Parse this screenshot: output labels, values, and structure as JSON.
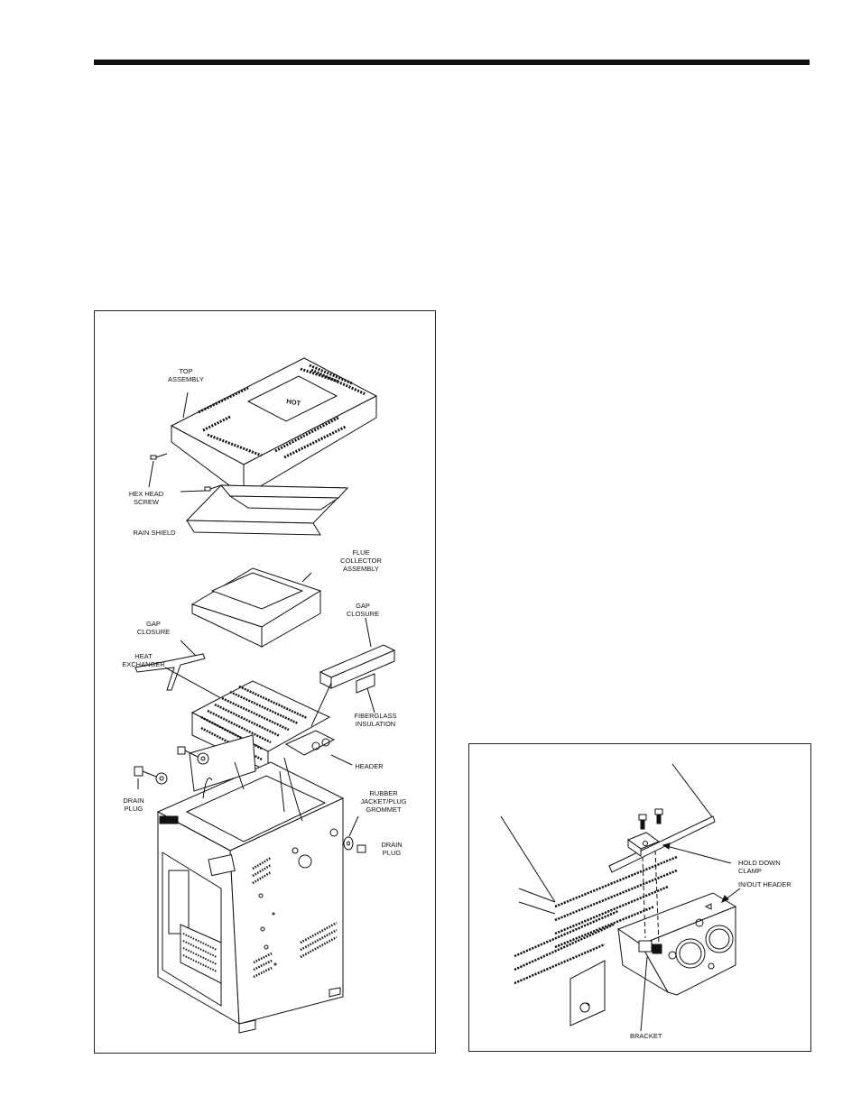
{
  "figure_left": {
    "labels": {
      "top_assembly_1": "TOP",
      "top_assembly_2": "ASSEMBLY",
      "hex_head_1": "HEX HEAD",
      "hex_head_2": "SCREW",
      "rain_shield": "RAIN SHIELD",
      "flue_1": "FLUE",
      "flue_2": "COLLECTOR",
      "flue_3": "ASSEMBLY",
      "gap_closure_r_1": "GAP",
      "gap_closure_r_2": "CLOSURE",
      "gap_closure_l_1": "GAP",
      "gap_closure_l_2": "CLOSURE",
      "heat_exchanger_1": "HEAT",
      "heat_exchanger_2": "EXCHANGER",
      "fiberglass_1": "FIBERGLASS",
      "fiberglass_2": "INSULATION",
      "header": "HEADER",
      "drain_plug_l_1": "DRAIN",
      "drain_plug_l_2": "PLUG",
      "rubber_1": "RUBBER",
      "rubber_2": "JACKET/PLUG",
      "rubber_3": "GROMMET",
      "drain_plug_r_1": "DRAIN",
      "drain_plug_r_2": "PLUG",
      "hot_mark": "HOT"
    }
  },
  "figure_right": {
    "labels": {
      "hold_down_1": "HOLD DOWN",
      "hold_down_2": "CLAMP",
      "in_out_header": "IN/OUT HEADER",
      "bracket": "BRACKET"
    }
  }
}
